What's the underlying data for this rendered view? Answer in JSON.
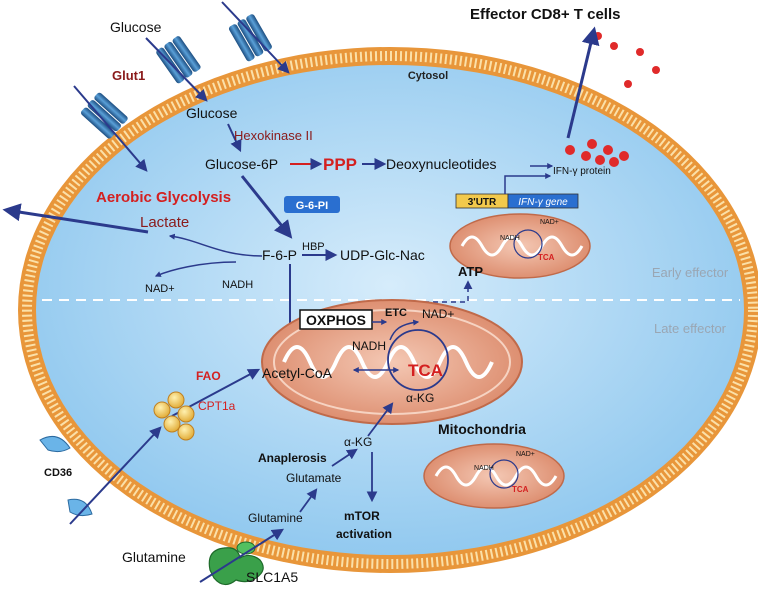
{
  "title": "Effector CD8+ T  cells",
  "cytosol": "Cytosol",
  "glucose_out": "Glucose",
  "glut1": "Glut1",
  "glucose_in": "Glucose",
  "hexokinase": "Hexokinase II",
  "glucose6p": "Glucose-6P",
  "ppp": "PPP",
  "deoxy": "Deoxynucleotides",
  "ifn_protein": "IFN-γ protein",
  "utr": "3'UTR",
  "ifn_gene": "IFN-γ gene",
  "aerobic": "Aerobic Glycolysis",
  "g6pi": "G-6-PI",
  "lactate": "Lactate",
  "f6p": "F-6-P",
  "hbp": "HBP",
  "udp": "UDP-Glc-Nac",
  "nad_left": "NAD+",
  "nadh_left": "NADH",
  "atp": "ATP",
  "early": "Early effector",
  "late": "Late effector",
  "oxphos": "OXPHOS",
  "etc": "ETC",
  "nad_main": "NAD+",
  "nadh_main": "NADH",
  "acetyl": "Acetyl-CoA",
  "tca_main": "TCA",
  "akg_main": "α-KG",
  "fao": "FAO",
  "cpt1a": "CPT1a",
  "mito_label": "Mitochondria",
  "cd36": "CD36",
  "anaplerosis": "Anaplerosis",
  "akg_low": "α-KG",
  "glutamate": "Glutamate",
  "glutamine_in": "Glutamine",
  "glutamine_out": "Glutamine",
  "slc1a5": "SLC1A5",
  "mtor": "mTOR\nactivation",
  "small_mito": {
    "nadh": "NADH",
    "nad": "NAD+",
    "tca": "TCA"
  },
  "colors": {
    "cell_fill": "#a8d4f2",
    "membrane": "#e8963a",
    "arrow": "#2b3a8c",
    "red_text": "#d42020",
    "dark_red_text": "#8a1a1a",
    "mito_fill": "#e9a88e",
    "tag_blue": "#2a6fd0"
  },
  "icons": [
    "glut1-transporter-icon",
    "cd36-receptor-icon",
    "slc1a5-transporter-icon",
    "lipid-droplet-icon",
    "ifn-gamma-protein-icon"
  ]
}
